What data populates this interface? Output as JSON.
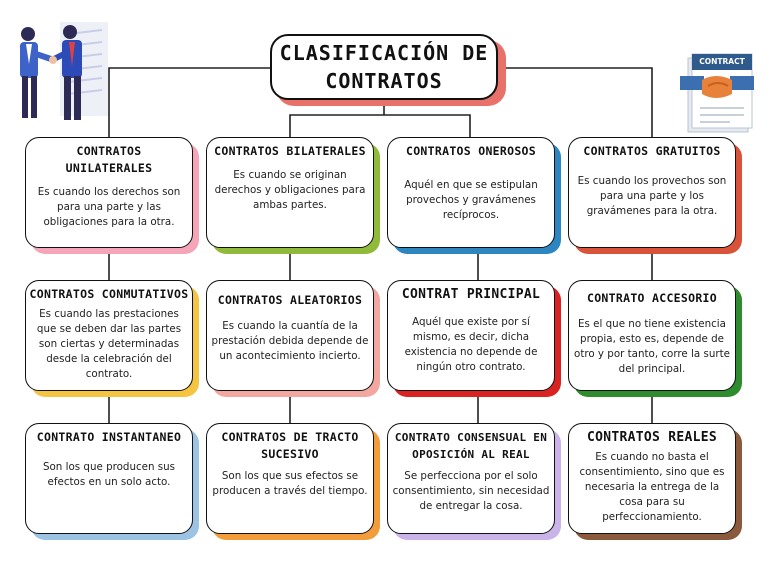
{
  "title": {
    "line1": "CLASIFICACIÓN DE",
    "line2": "CONTRATOS"
  },
  "colors": {
    "pink": "#f4a6b8",
    "green": "#8fba3a",
    "blue": "#2e86c1",
    "orange_red": "#d9533a",
    "yellow": "#f5c542",
    "salmon": "#f2a7a0",
    "red": "#d92323",
    "dark_green": "#2e8b2e",
    "light_blue": "#9cc3e4",
    "orange": "#f39c3c",
    "lavender": "#c9b3e8",
    "brown": "#8b5a3c",
    "title_shadow": "#e8716a"
  },
  "illustrations": {
    "left": "business-handshake-people-icon",
    "right": "contract-handshake-icon",
    "right_label": "CONTRACT"
  },
  "cards": [
    {
      "title": "CONTRATOS UNILATERALES",
      "text": "Es cuando los derechos son para una parte y las obligaciones para la otra."
    },
    {
      "title": "CONTRATOS BILATERALES",
      "text": "Es cuando se originan derechos y obligaciones para ambas partes."
    },
    {
      "title": "CONTRATOS ONEROSOS",
      "text": "Aquél en que se estipulan provechos y gravámenes recíprocos."
    },
    {
      "title": "CONTRATOS GRATUITOS",
      "text": "Es cuando los provechos son para una parte y los gravámenes para la otra."
    },
    {
      "title": "CONTRATOS CONMUTATIVOS",
      "text": "Es cuando las prestaciones que se deben dar las partes son ciertas y determinadas desde la celebración del contrato."
    },
    {
      "title": "CONTRATOS ALEATORIOS",
      "text": "Es cuando la cuantía de la prestación debida depende de un acontecimiento incierto."
    },
    {
      "title": "CONTRAT PRINCIPAL",
      "text": "Aquél que existe por sí mismo, es decir, dicha existencia no depende de ningún otro contrato."
    },
    {
      "title": "CONTRATO ACCESORIO",
      "text": "Es el que no tiene existencia propia, esto es, depende de otro y por tanto, corre la surte del principal."
    },
    {
      "title": "CONTRATO INSTANTANEO",
      "text": "Son los que producen sus efectos en un solo acto."
    },
    {
      "title": "CONTRATOS DE TRACTO SUCESIVO",
      "text": "Son los que sus efectos se producen a través del tiempo."
    },
    {
      "title": "CONTRATO CONSENSUAL EN OPOSICIÓN AL REAL",
      "text": "Se perfecciona por el solo consentimiento, sin necesidad de entregar la cosa."
    },
    {
      "title": "CONTRATOS REALES",
      "text": "Es cuando no basta el consentimiento, sino que es necesaria la entrega de la cosa para su perfeccionamiento."
    }
  ]
}
